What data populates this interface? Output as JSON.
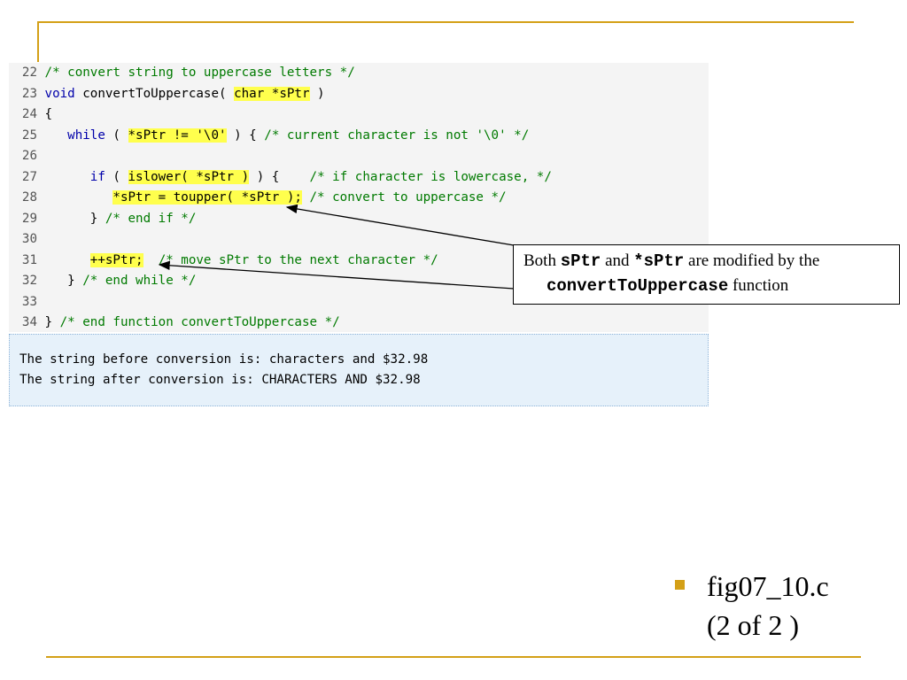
{
  "code": [
    {
      "num": "22",
      "parts": [
        {
          "t": "/* convert string to uppercase letters */",
          "c": "cm"
        }
      ]
    },
    {
      "num": "23",
      "parts": [
        {
          "t": "void",
          "c": "kw"
        },
        {
          "t": " convertToUppercase( ",
          "c": ""
        },
        {
          "t": "char *sPtr",
          "c": "hl"
        },
        {
          "t": " )",
          "c": ""
        }
      ]
    },
    {
      "num": "24",
      "parts": [
        {
          "t": "{",
          "c": ""
        }
      ]
    },
    {
      "num": "25",
      "parts": [
        {
          "t": "   ",
          "c": ""
        },
        {
          "t": "while",
          "c": "kw"
        },
        {
          "t": " ( ",
          "c": ""
        },
        {
          "t": "*sPtr != '\\0'",
          "c": "hl"
        },
        {
          "t": " ) { ",
          "c": ""
        },
        {
          "t": "/* current character is not '\\0' */",
          "c": "cm"
        }
      ]
    },
    {
      "num": "26",
      "parts": []
    },
    {
      "num": "27",
      "parts": [
        {
          "t": "      ",
          "c": ""
        },
        {
          "t": "if",
          "c": "kw"
        },
        {
          "t": " ( ",
          "c": ""
        },
        {
          "t": "islower( *sPtr )",
          "c": "hl"
        },
        {
          "t": " ) {    ",
          "c": ""
        },
        {
          "t": "/* if character is lowercase, */",
          "c": "cm"
        }
      ]
    },
    {
      "num": "28",
      "parts": [
        {
          "t": "         ",
          "c": ""
        },
        {
          "t": "*sPtr = toupper( *sPtr );",
          "c": "hl"
        },
        {
          "t": " ",
          "c": ""
        },
        {
          "t": "/* convert to uppercase */",
          "c": "cm"
        }
      ]
    },
    {
      "num": "29",
      "parts": [
        {
          "t": "      } ",
          "c": ""
        },
        {
          "t": "/* end if */",
          "c": "cm"
        }
      ]
    },
    {
      "num": "30",
      "parts": []
    },
    {
      "num": "31",
      "parts": [
        {
          "t": "      ",
          "c": ""
        },
        {
          "t": "++sPtr;",
          "c": "hl"
        },
        {
          "t": "  ",
          "c": ""
        },
        {
          "t": "/* move sPtr to the next character */",
          "c": "cm"
        }
      ]
    },
    {
      "num": "32",
      "parts": [
        {
          "t": "   } ",
          "c": ""
        },
        {
          "t": "/* end while */",
          "c": "cm"
        }
      ]
    },
    {
      "num": "33",
      "parts": []
    },
    {
      "num": "34",
      "parts": [
        {
          "t": "} ",
          "c": ""
        },
        {
          "t": "/* end function convertToUppercase */",
          "c": "cm"
        }
      ]
    }
  ],
  "output": [
    "The string before conversion is: characters and $32.98",
    "The string after conversion is: CHARACTERS AND $32.98"
  ],
  "callout": {
    "line1_pre": "Both ",
    "line1_code1": "sPtr",
    "line1_mid": " and ",
    "line1_code2": "*sPtr",
    "line1_post": " are modified by the",
    "line2_code": "convertToUppercase",
    "line2_post": " function"
  },
  "caption": {
    "line1": "fig07_10.c",
    "line2": "(2 of 2 )"
  },
  "colors": {
    "accent": "#d4a017",
    "keyword": "#0000aa",
    "comment": "#007a00",
    "highlight": "#ffff4d"
  }
}
